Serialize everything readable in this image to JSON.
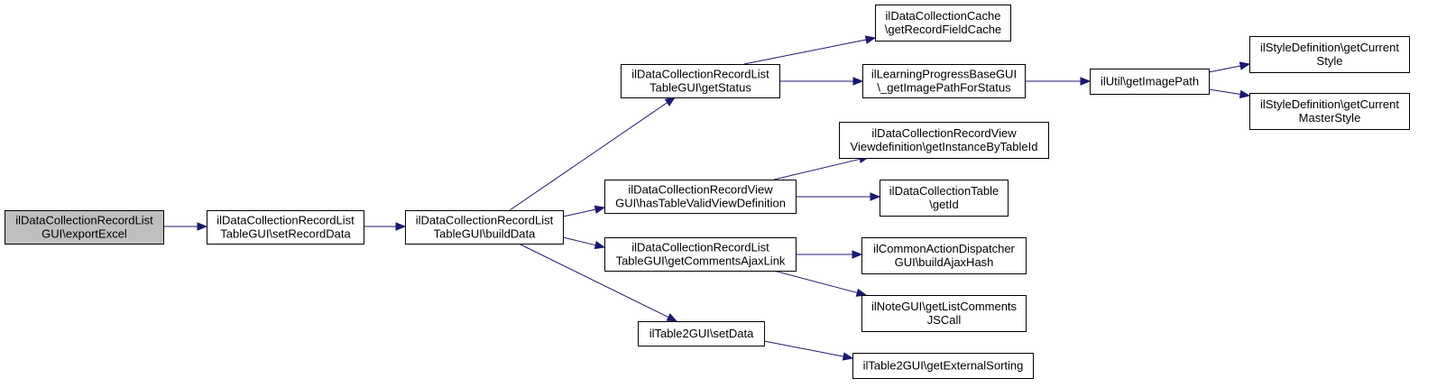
{
  "graph": {
    "edge_color": "#191970",
    "root_fill": "#bfbfbf",
    "nodes": [
      {
        "id": "n1",
        "lines": [
          "ilDataCollectionRecordList",
          "GUI\\exportExcel"
        ]
      },
      {
        "id": "n2",
        "lines": [
          "ilDataCollectionRecordList",
          "TableGUI\\setRecordData"
        ]
      },
      {
        "id": "n3",
        "lines": [
          "ilDataCollectionRecordList",
          "TableGUI\\buildData"
        ]
      },
      {
        "id": "n4",
        "lines": [
          "ilDataCollectionRecordList",
          "TableGUI\\getStatus"
        ]
      },
      {
        "id": "n5",
        "lines": [
          "ilDataCollectionRecordView",
          "GUI\\hasTableValidViewDefinition"
        ]
      },
      {
        "id": "n6",
        "lines": [
          "ilDataCollectionRecordList",
          "TableGUI\\getCommentsAjaxLink"
        ]
      },
      {
        "id": "n7",
        "lines": [
          "ilTable2GUI\\setData"
        ]
      },
      {
        "id": "n8",
        "lines": [
          "ilDataCollectionCache",
          "\\getRecordFieldCache"
        ]
      },
      {
        "id": "n9",
        "lines": [
          "ilLearningProgressBaseGUI",
          "\\_getImagePathForStatus"
        ]
      },
      {
        "id": "n10",
        "lines": [
          "ilDataCollectionRecordView",
          "Viewdefinition\\getInstanceByTableId"
        ]
      },
      {
        "id": "n11",
        "lines": [
          "ilDataCollectionTable",
          "\\getId"
        ]
      },
      {
        "id": "n12",
        "lines": [
          "ilCommonActionDispatcher",
          "GUI\\buildAjaxHash"
        ]
      },
      {
        "id": "n13",
        "lines": [
          "ilNoteGUI\\getListComments",
          "JSCall"
        ]
      },
      {
        "id": "n14",
        "lines": [
          "ilTable2GUI\\getExternalSorting"
        ]
      },
      {
        "id": "n15",
        "lines": [
          "ilUtil\\getImagePath"
        ]
      },
      {
        "id": "n16",
        "lines": [
          "ilStyleDefinition\\getCurrent",
          "Style"
        ]
      },
      {
        "id": "n17",
        "lines": [
          "ilStyleDefinition\\getCurrent",
          "MasterStyle"
        ]
      }
    ],
    "edges": [
      {
        "from": "n1",
        "to": "n2"
      },
      {
        "from": "n2",
        "to": "n3"
      },
      {
        "from": "n3",
        "to": "n4"
      },
      {
        "from": "n3",
        "to": "n5"
      },
      {
        "from": "n3",
        "to": "n6"
      },
      {
        "from": "n3",
        "to": "n7"
      },
      {
        "from": "n4",
        "to": "n8"
      },
      {
        "from": "n4",
        "to": "n9"
      },
      {
        "from": "n5",
        "to": "n10"
      },
      {
        "from": "n5",
        "to": "n11"
      },
      {
        "from": "n6",
        "to": "n12"
      },
      {
        "from": "n6",
        "to": "n13"
      },
      {
        "from": "n7",
        "to": "n14"
      },
      {
        "from": "n9",
        "to": "n15"
      },
      {
        "from": "n15",
        "to": "n16"
      },
      {
        "from": "n15",
        "to": "n17"
      }
    ]
  }
}
